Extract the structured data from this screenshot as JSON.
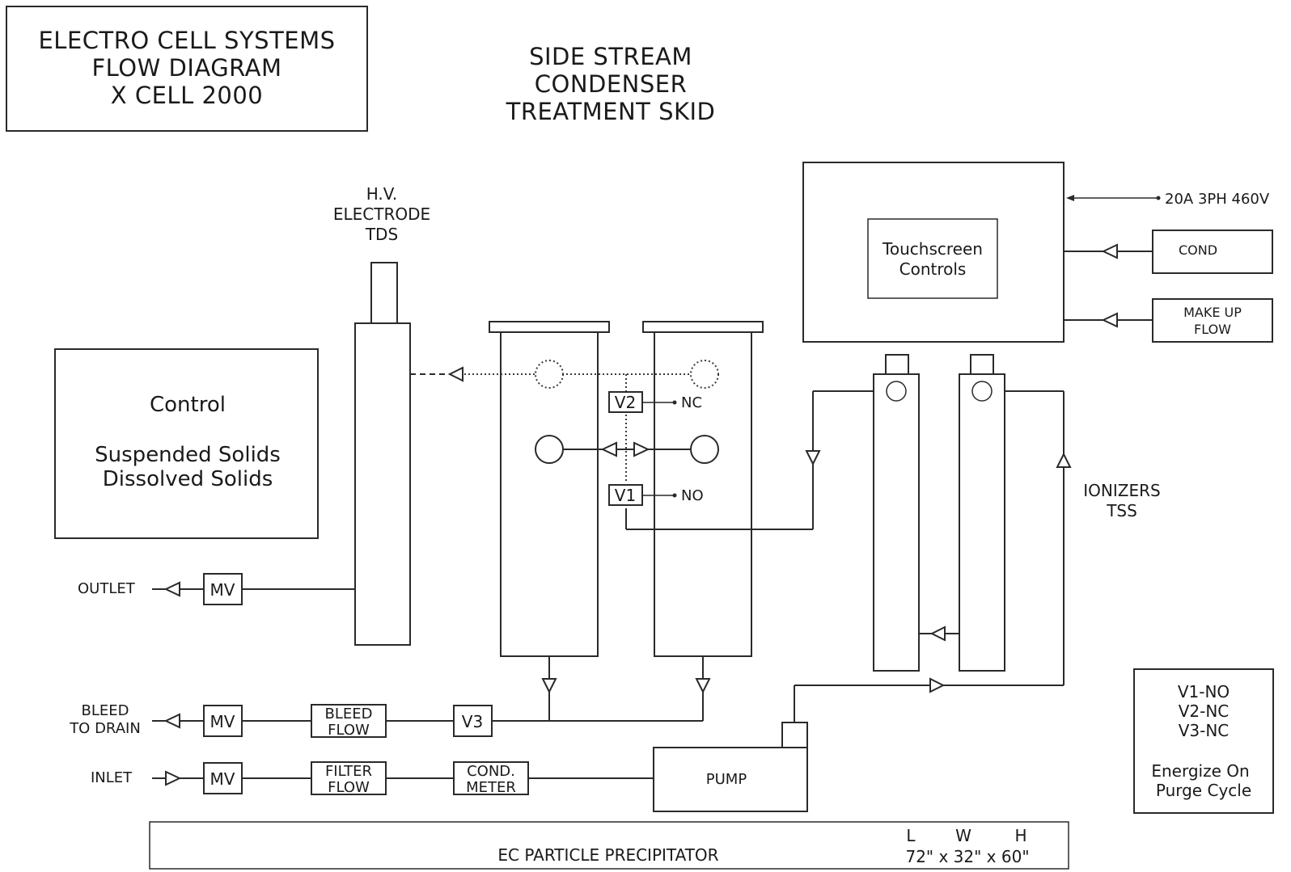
{
  "title_box": {
    "line1": "ELECTRO CELL SYSTEMS",
    "line2": "FLOW DIAGRAM",
    "line3": "X CELL 2000"
  },
  "subtitle": {
    "line1": "SIDE STREAM",
    "line2": "CONDENSER",
    "line3": "TREATMENT SKID"
  },
  "electrode_label": {
    "line1": "H.V.",
    "line2": "ELECTRODE",
    "line3": "TDS"
  },
  "control_box": {
    "heading": "Control",
    "line1": "Suspended Solids",
    "line2": "Dissolved Solids"
  },
  "panel": {
    "touchscreen_line1": "Touchscreen",
    "touchscreen_line2": "Controls",
    "power": "20A 3PH 460V",
    "cond": "COND",
    "makeup_line1": "MAKE UP",
    "makeup_line2": "FLOW"
  },
  "valves": {
    "v1": "V1",
    "v1_state": "NO",
    "v2": "V2",
    "v2_state": "NC",
    "v3": "V3"
  },
  "ionizers": {
    "line1": "IONIZERS",
    "line2": "TSS"
  },
  "outlet": {
    "label": "OUTLET",
    "mv": "MV"
  },
  "bleed": {
    "label_line1": "BLEED",
    "label_line2": "TO DRAIN",
    "mv": "MV",
    "flow_line1": "BLEED",
    "flow_line2": "FLOW"
  },
  "inlet": {
    "label": "INLET",
    "mv": "MV",
    "flow_line1": "FILTER",
    "flow_line2": "FLOW",
    "meter_line1": "COND.",
    "meter_line2": "METER"
  },
  "pump": "PUMP",
  "legend": {
    "line1": "V1-NO",
    "line2": "V2-NC",
    "line3": "V3-NC",
    "line4": "Energize On",
    "line5": "Purge Cycle"
  },
  "base": {
    "label": "EC PARTICLE PRECIPITATOR",
    "l": "L",
    "w": "W",
    "h": "H",
    "dims": "72\" x 32\" x 60\""
  }
}
